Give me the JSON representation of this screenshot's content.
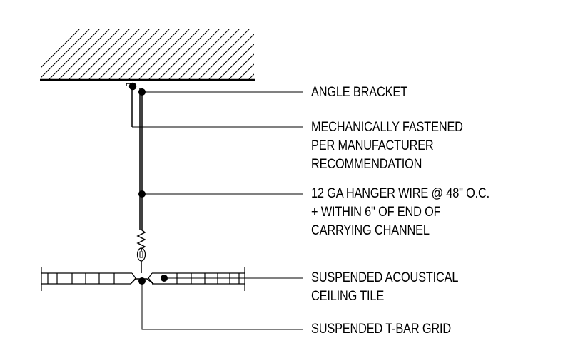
{
  "callouts": {
    "angle_bracket": [
      "ANGLE BRACKET"
    ],
    "fastened": [
      "MECHANICALLY FASTENED",
      "PER MANUFACTURER",
      "RECOMMENDATION"
    ],
    "hanger_wire": [
      "12 GA HANGER WIRE @ 48\" O.C.",
      "+ WITHIN 6\" OF END OF",
      "CARRYING CHANNEL"
    ],
    "tile": [
      "SUSPENDED ACOUSTICAL",
      "CEILING TILE"
    ],
    "grid": [
      "SUSPENDED T-BAR GRID"
    ]
  }
}
